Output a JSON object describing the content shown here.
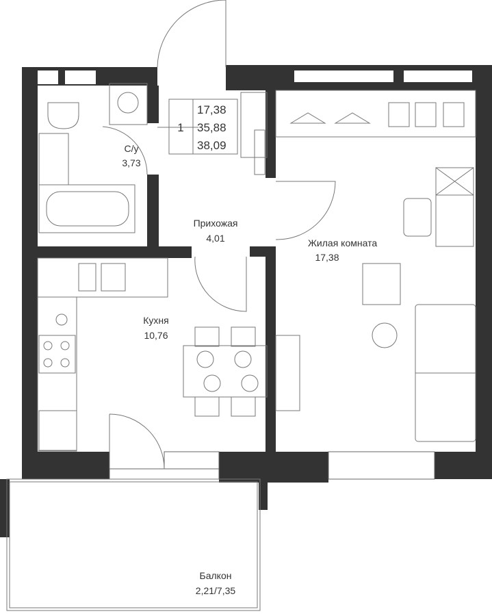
{
  "apartment": {
    "rooms_count": "1",
    "areas": [
      "17,38",
      "35,88",
      "38,09"
    ]
  },
  "rooms": {
    "bathroom": {
      "name": "С/у",
      "area": "3,73"
    },
    "hallway": {
      "name": "Прихожая",
      "area": "4,01"
    },
    "living": {
      "name": "Жилая комната",
      "area": "17,38"
    },
    "kitchen": {
      "name": "Кухня",
      "area": "10,76"
    },
    "balcony": {
      "name": "Балкон",
      "area": "2,21/7,35"
    }
  },
  "colors": {
    "wall": "#333333",
    "line": "#777777"
  }
}
